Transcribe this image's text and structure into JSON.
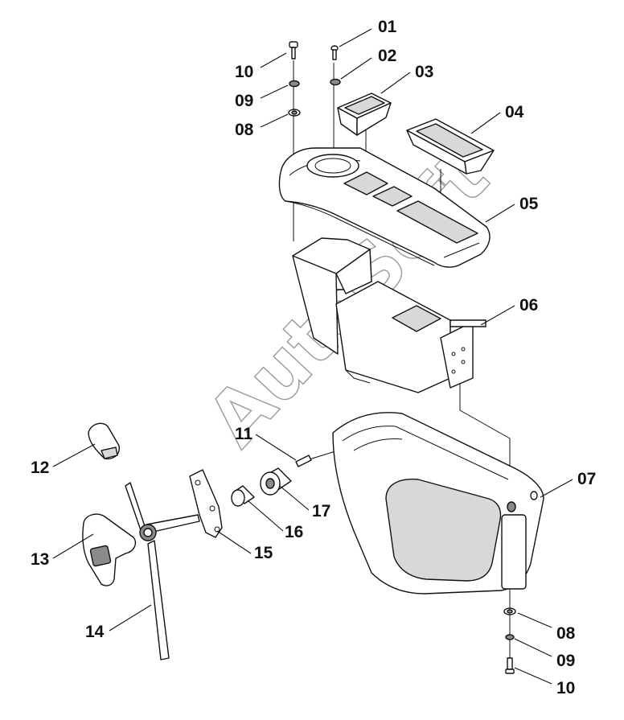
{
  "diagram": {
    "watermark": "AutoSoft",
    "callouts": [
      {
        "id": "01",
        "text": "01"
      },
      {
        "id": "02",
        "text": "02"
      },
      {
        "id": "03",
        "text": "03"
      },
      {
        "id": "04",
        "text": "04"
      },
      {
        "id": "05",
        "text": "05"
      },
      {
        "id": "06",
        "text": "06"
      },
      {
        "id": "07",
        "text": "07"
      },
      {
        "id": "08a",
        "text": "08"
      },
      {
        "id": "09a",
        "text": "09"
      },
      {
        "id": "10a",
        "text": "10"
      },
      {
        "id": "11",
        "text": "11"
      },
      {
        "id": "12",
        "text": "12"
      },
      {
        "id": "13",
        "text": "13"
      },
      {
        "id": "14",
        "text": "14"
      },
      {
        "id": "15",
        "text": "15"
      },
      {
        "id": "16",
        "text": "16"
      },
      {
        "id": "17",
        "text": "17"
      },
      {
        "id": "08b",
        "text": "08"
      },
      {
        "id": "09b",
        "text": "09"
      },
      {
        "id": "10b",
        "text": "10"
      }
    ]
  }
}
